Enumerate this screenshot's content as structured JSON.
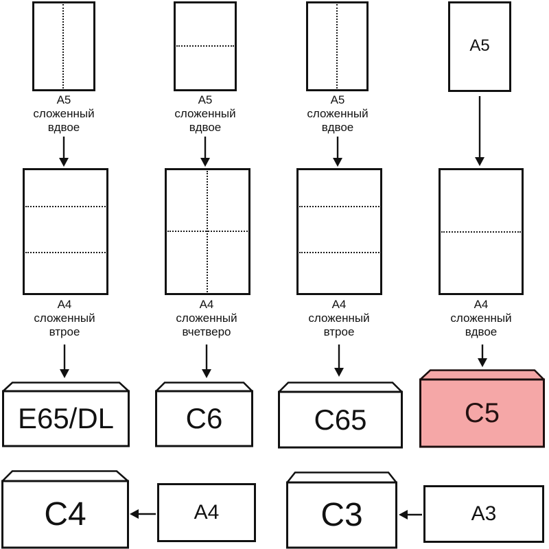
{
  "colors": {
    "line": "#111111",
    "paper_fill": "#ffffff",
    "highlight_fill": "#f5a7a7",
    "highlight_stroke": "#1c0f0f",
    "highlight_text": "#241111"
  },
  "columns": [
    {
      "a5": {
        "label": [
          "A5",
          "сложенный",
          "вдвое"
        ]
      },
      "a4": {
        "label": [
          "A4",
          "сложенный",
          "втрое"
        ]
      },
      "envelope": {
        "name": "E65/DL",
        "highlighted": false
      }
    },
    {
      "a5": {
        "label": [
          "A5",
          "сложенный",
          "вдвое"
        ]
      },
      "a4": {
        "label": [
          "A4",
          "сложенный",
          "вчетверо"
        ]
      },
      "envelope": {
        "name": "C6",
        "highlighted": false
      }
    },
    {
      "a5": {
        "label": [
          "A5",
          "сложенный",
          "вдвое"
        ]
      },
      "a4": {
        "label": [
          "A4",
          "сложенный",
          "втрое"
        ]
      },
      "envelope": {
        "name": "C65",
        "highlighted": false
      }
    },
    {
      "a5": {
        "inner_label": "A5"
      },
      "a4": {
        "label": [
          "A4",
          "сложенный",
          "вдвое"
        ]
      },
      "envelope": {
        "name": "C5",
        "highlighted": true
      }
    }
  ],
  "bottom_row": [
    {
      "envelope": "C4",
      "paper": "A4"
    },
    {
      "envelope": "C3",
      "paper": "A3"
    }
  ]
}
